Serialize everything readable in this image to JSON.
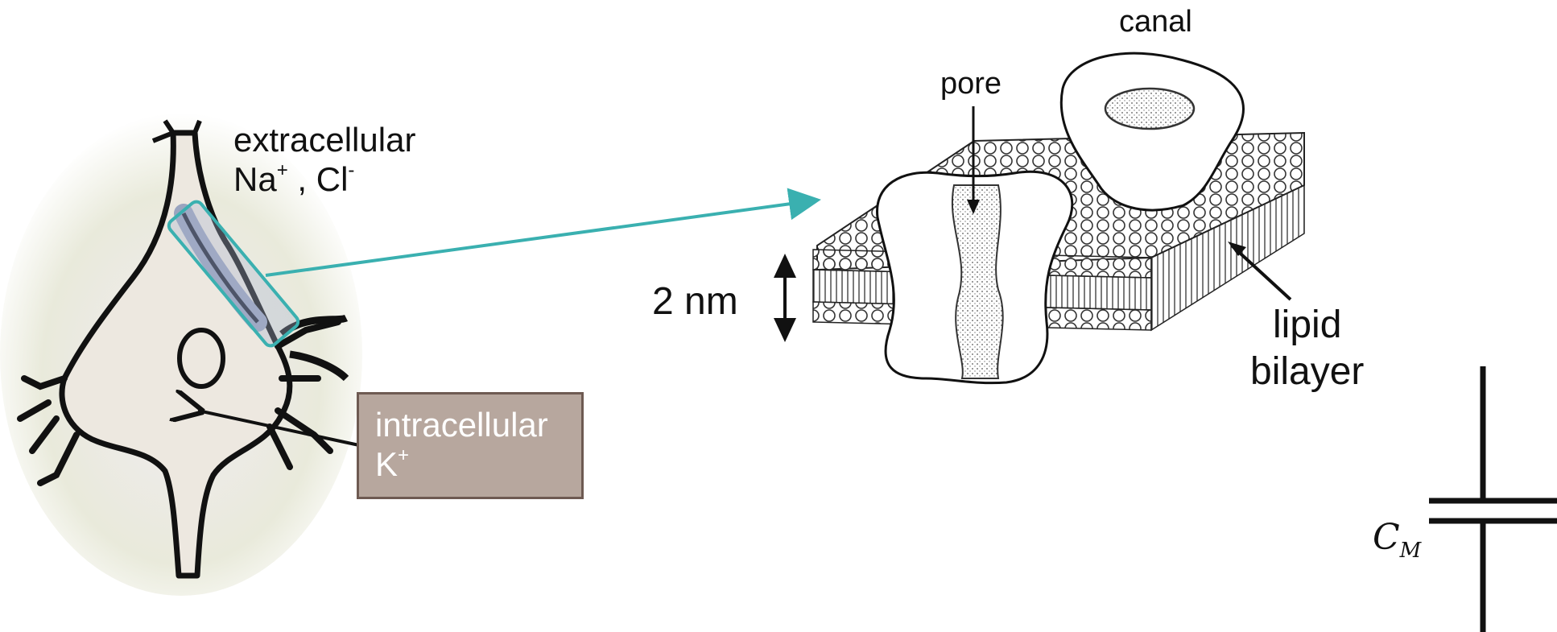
{
  "labels": {
    "extracellular": "extracellular",
    "extra_ion_1": "Na",
    "extra_ion_1_charge": "+",
    "extra_sep": " , ",
    "extra_ion_2": "Cl",
    "extra_ion_2_charge": "-",
    "intracellular": "intracellular",
    "intra_ion": "K",
    "intra_ion_charge": "+",
    "pore": "pore",
    "canal": "canal",
    "thickness": "2 nm",
    "lipid_line1": "lipid",
    "lipid_line2": "bilayer",
    "capacitor": "C",
    "capacitor_sub": "M"
  },
  "colors": {
    "arrow_teal": "#3ab0b0",
    "intra_box_fill": "#b7a79e",
    "intra_box_border": "#6e5a52",
    "cell_fill": "#ede8e0",
    "membrane_highlight": "#9aa4bf"
  },
  "icons": {
    "neuron": "neuron-illustration",
    "membrane": "lipid-bilayer-illustration",
    "capacitor": "capacitor-symbol"
  }
}
